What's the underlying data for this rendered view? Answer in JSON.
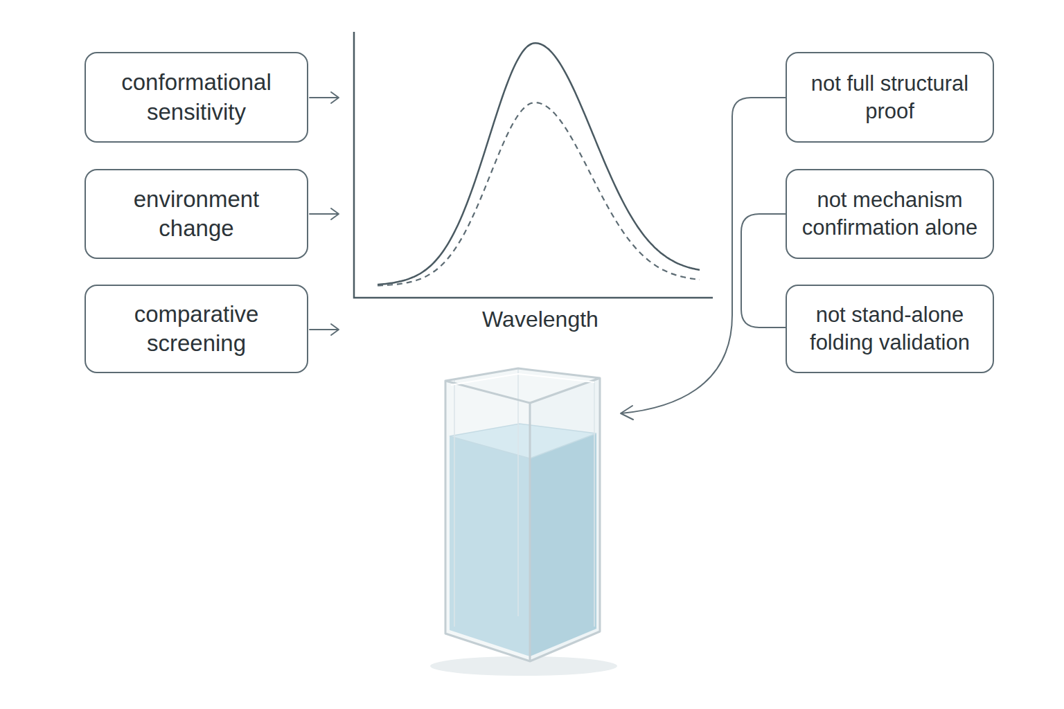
{
  "diagram": {
    "nodes": [
      {
        "text": [
          "conformational sensitivity"
        ]
      },
      {
        "text": [
          "environment change"
        ]
      },
      {
        "text": [
          "comparative screening"
        ]
      },
      {
        "text": [
          "not full structural proof"
        ]
      },
      {
        "text": [
          "not mechanism confirmation alone"
        ]
      },
      {
        "text": [
          "not stand-alone folding validation"
        ]
      }
    ],
    "labels": [
      "Wavelength"
    ]
  }
}
